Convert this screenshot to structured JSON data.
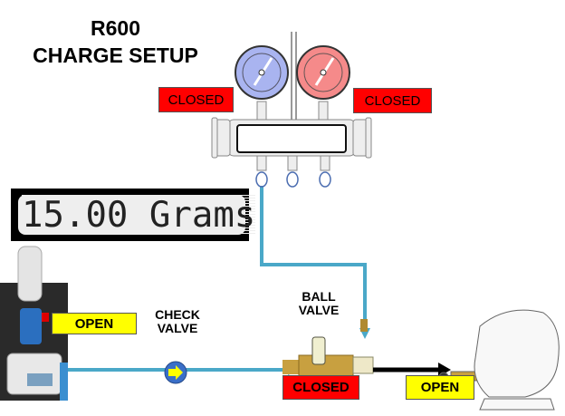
{
  "title": {
    "line1": "R600",
    "line2": "CHARGE SETUP"
  },
  "display": {
    "reading": "15.00 Grams"
  },
  "manifold": {
    "low_side_state": "CLOSED",
    "high_side_state": "CLOSED"
  },
  "tank_valve": {
    "state": "OPEN"
  },
  "check_valve": {
    "label": "CHECK\nVALVE"
  },
  "ball_valve": {
    "label": "BALL\nVALVE",
    "state": "CLOSED"
  },
  "compressor_valve": {
    "state": "OPEN"
  },
  "colors": {
    "closed": "#ff0000",
    "open": "#ffff00",
    "hose": "#4aa8c8",
    "low_gauge": "#a9b4f0",
    "high_gauge": "#f58a8a"
  }
}
